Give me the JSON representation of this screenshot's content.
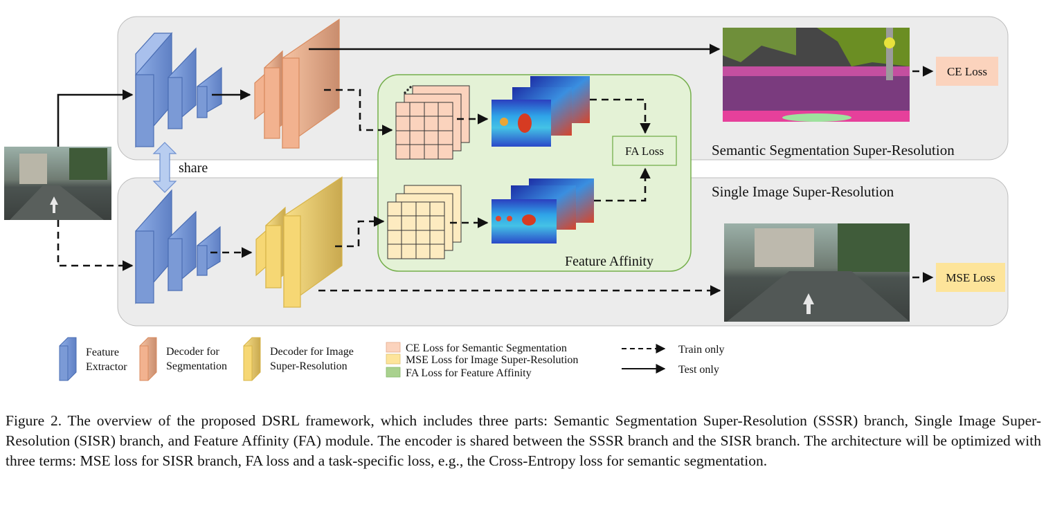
{
  "figure": {
    "labels": {
      "share": "share",
      "fa_loss": "FA Loss",
      "ce_loss": "CE Loss",
      "mse_loss": "MSE Loss",
      "sssr_title": "Semantic Segmentation Super-Resolution",
      "sisr_title": "Single Image Super-Resolution",
      "feature_affinity": "Feature Affinity"
    },
    "legend": {
      "feature_extractor": [
        "Feature",
        "Extractor"
      ],
      "decoder_seg": [
        "Decoder for",
        "Segmentation"
      ],
      "decoder_sisr": [
        "Decoder for Image",
        "Super-Resolution"
      ],
      "ce_loss": "CE Loss for Semantic Segmentation",
      "mse_loss": "MSE Loss for Image Super-Resolution",
      "fa_loss": "FA Loss for Feature Affinity",
      "train_only": "Train only",
      "test_only": "Test only"
    },
    "colors": {
      "encoder": "#7b9ad6",
      "seg_decoder": "#f2b28f",
      "sisr_decoder": "#f6d774",
      "ce_box": "#fbd3bd",
      "mse_box": "#fde49a",
      "fa_box": "#e4f2d6",
      "panel": "#ececec"
    }
  },
  "caption": "Figure 2. The overview of the proposed DSRL framework, which includes three parts: Semantic Segmentation Super-Resolution (SSSR) branch, Single Image Super-Resolution (SISR) branch, and Feature Affinity (FA) module. The encoder is shared between the SSSR branch and the SISR branch. The architecture will be optimized with three terms: MSE loss for SISR branch, FA loss and a task-specific loss, e.g., the Cross-Entropy loss for semantic segmentation."
}
